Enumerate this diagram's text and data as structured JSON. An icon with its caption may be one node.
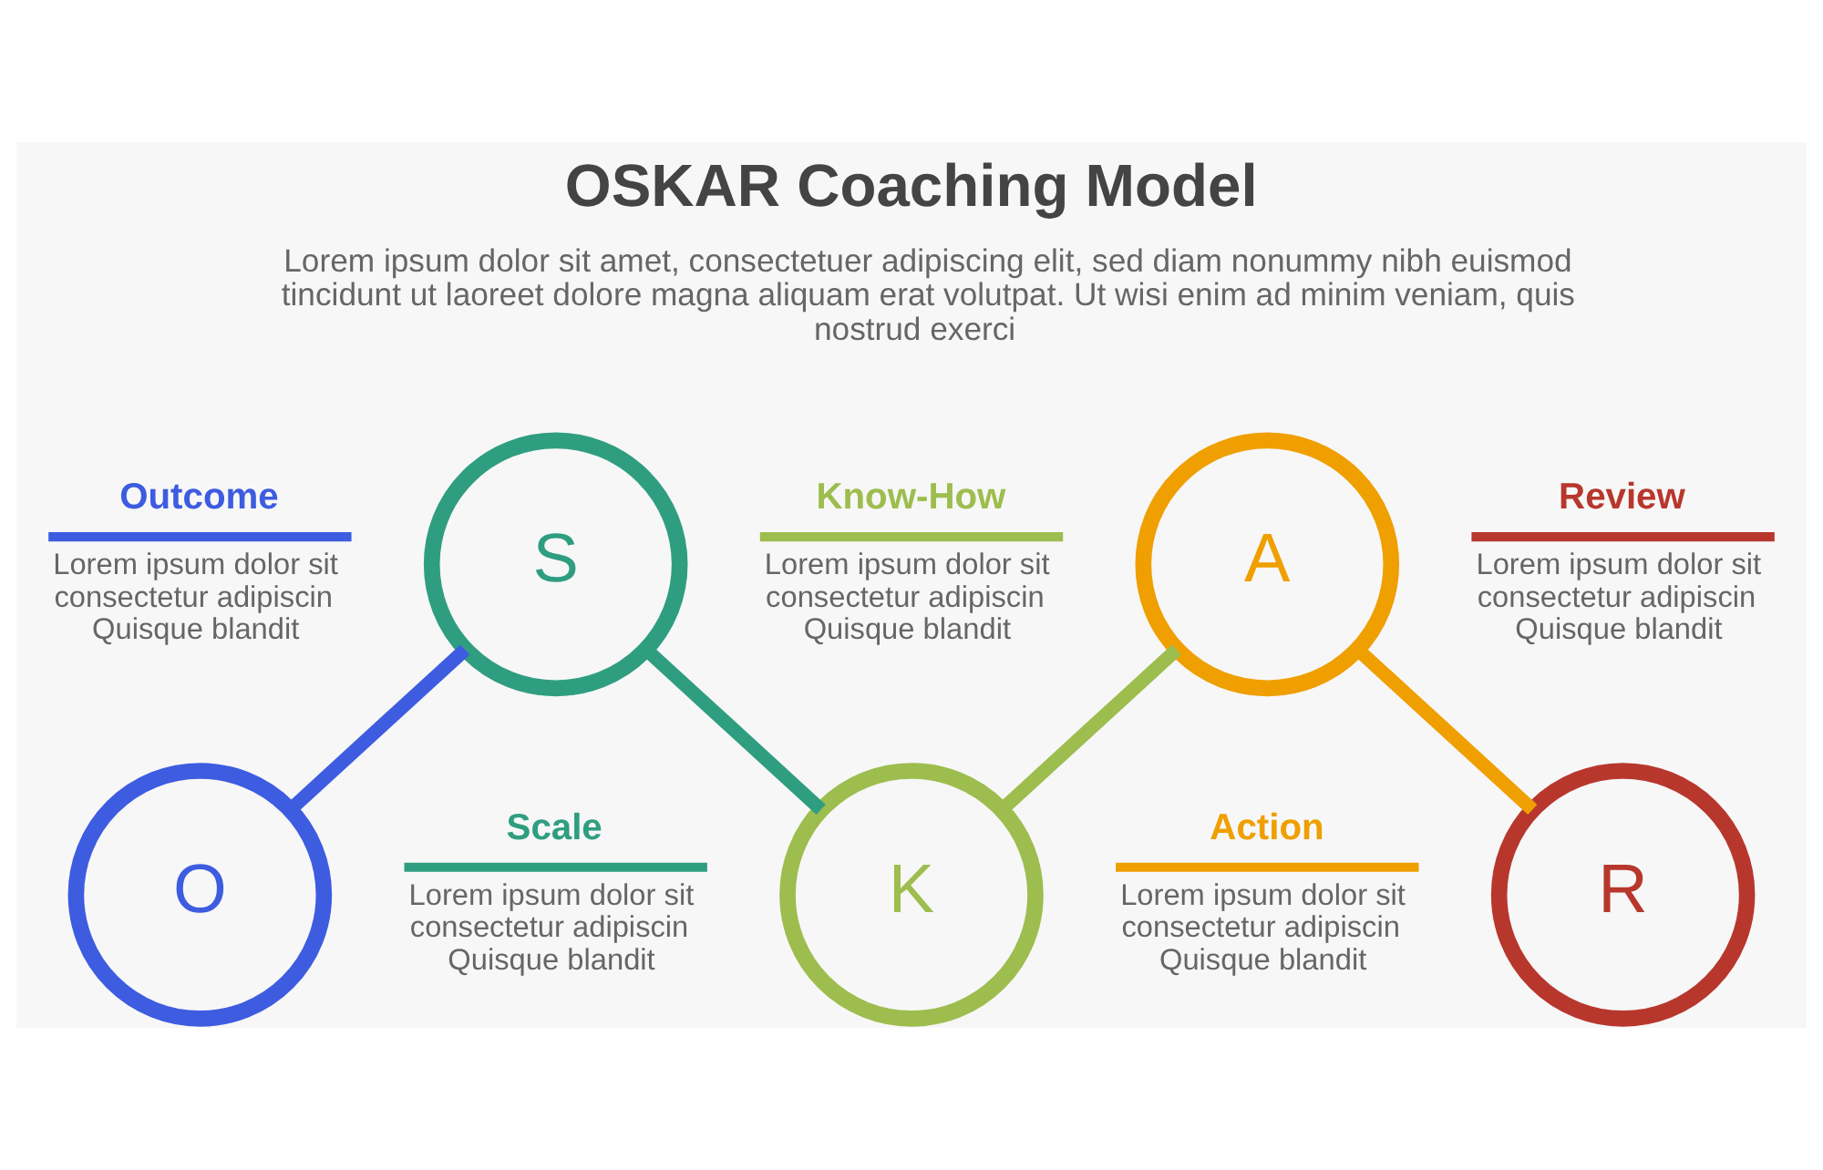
{
  "diagram": {
    "title": "OSKAR Coaching Model",
    "nodes": [
      {
        "text": [
          "O"
        ],
        "beside": [
          "Outcome",
          "Lorem ipsum dolor sit consectetur adipiscin Quisque blandit"
        ]
      },
      {
        "text": [
          "S"
        ],
        "beside": [
          "Scale",
          "Lorem ipsum dolor sit consectetur adipiscin Quisque blandit"
        ]
      },
      {
        "text": [
          "K"
        ],
        "beside": [
          "Know-How",
          "Lorem ipsum dolor sit consectetur adipiscin Quisque blandit"
        ]
      },
      {
        "text": [
          "A"
        ],
        "beside": [
          "Action",
          "Lorem ipsum dolor sit consectetur adipiscin Quisque blandit"
        ]
      },
      {
        "text": [
          "R"
        ],
        "beside": [
          "Review",
          "Lorem ipsum dolor sit consectetur adipiscin Quisque blandit"
        ]
      }
    ],
    "edges": [
      {
        "from": 0,
        "to": 1,
        "arrow": "none",
        "color": "#3d5ce0"
      },
      {
        "from": 1,
        "to": 2,
        "arrow": "none",
        "color": "#2f9e80"
      },
      {
        "from": 2,
        "to": 3,
        "arrow": "none",
        "color": "#9dbd4e"
      },
      {
        "from": 3,
        "to": 4,
        "arrow": "none",
        "color": "#ef9f00"
      }
    ],
    "labels": [
      "Lorem ipsum dolor sit amet, consectetuer adipiscing elit, sed diam nonummy nibh euismod tincidunt ut laoreet dolore magna aliquam erat volutpat. Ut wisi enim ad minim veniam, quis nostrud exerci"
    ]
  }
}
